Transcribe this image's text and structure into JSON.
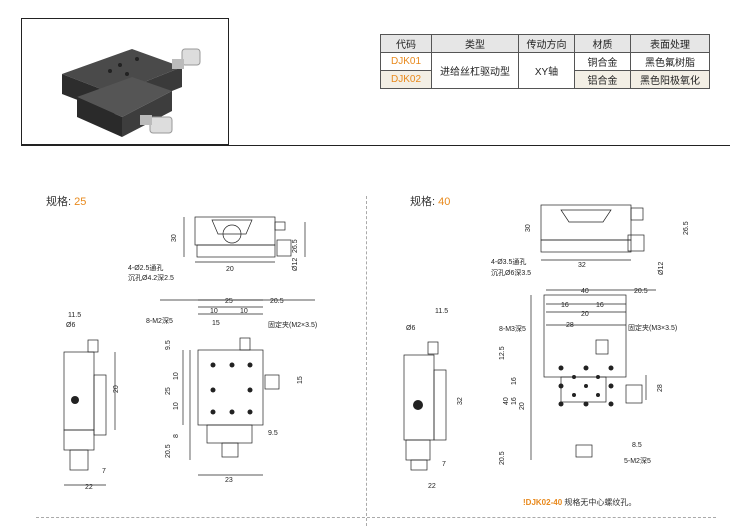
{
  "table": {
    "headers": [
      "代码",
      "类型",
      "传动方向",
      "材质",
      "表面处理"
    ],
    "rows": [
      {
        "code": "DJK01",
        "type": "进给丝杠驱动型",
        "direction": "XY轴",
        "material": "铜合金",
        "finish": "黑色氟树脂"
      },
      {
        "code": "DJK02",
        "material": "铝合金",
        "finish": "黑色阳极氧化"
      }
    ]
  },
  "left": {
    "spec_label": "规格:",
    "spec_value": "25",
    "dims": {
      "h30": "30",
      "h26_5": "26.5",
      "d7": "7",
      "w20": "20",
      "phi12": "Ø12",
      "hole1": "4-Ø2.5通孔",
      "hole2": "沉孔Ø4.2深2.5",
      "t11_5": "11.5",
      "t6": "Ø6",
      "t25": "25",
      "t20_5": "20.5",
      "t10a": "10",
      "t10b": "10",
      "t15": "15",
      "m8": "8-M2深5",
      "clamp": "固定夹(M2×3.5)",
      "v9_5": "9.5",
      "v10a": "10",
      "v10b": "10",
      "v25": "25",
      "v8": "8",
      "v20_5": "20.5",
      "r15": "15",
      "r9_5": "9.5",
      "s20": "20",
      "s7": "7",
      "b22": "22",
      "b23": "23"
    }
  },
  "right": {
    "spec_label": "规格:",
    "spec_value": "40",
    "dims": {
      "h30": "30",
      "h26_5": "26.5",
      "d7": "7",
      "w32": "32",
      "phi12": "Ø12",
      "hole1": "4-Ø3.5通孔",
      "hole2": "沉孔Ø6深3.5",
      "t11_5": "11.5",
      "t6": "Ø6",
      "t40": "40",
      "t20_5": "20.5",
      "t16a": "16",
      "t16b": "16",
      "t28": "28",
      "t20": "20",
      "m8": "8-M3深5",
      "clamp": "固定夹(M3×3.5)",
      "v12_5": "12.5",
      "v16a": "16",
      "v16b": "16",
      "v20": "20",
      "v40": "40",
      "v20_5": "20.5",
      "r28": "28",
      "r8_5": "8.5",
      "m5": "5-M2深5",
      "s32": "32",
      "s7": "7",
      "b22": "22"
    }
  },
  "note": {
    "code": "DJK02-40",
    "text": " 规格无中心螺纹孔。",
    "mark": "!"
  }
}
